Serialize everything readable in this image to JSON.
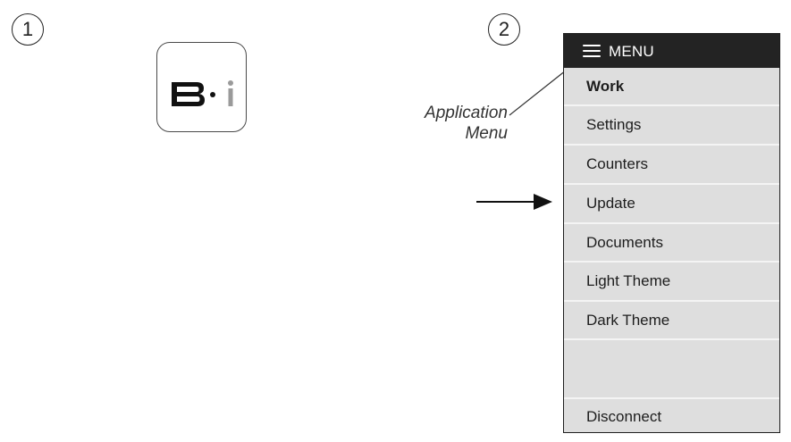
{
  "steps": [
    "1",
    "2"
  ],
  "app_icon": {
    "name": "bi-app-icon",
    "logo_text": "B·i",
    "colors": {
      "b": "#111111",
      "dot": "#111111",
      "i": "#9a9a9a"
    }
  },
  "annotation": {
    "line1": "Application",
    "line2": "Menu"
  },
  "menu": {
    "header_label": "MENU",
    "header_icon": "hamburger-icon",
    "items": [
      {
        "label": "Work",
        "active": true
      },
      {
        "label": "Settings"
      },
      {
        "label": "Counters"
      },
      {
        "label": "Update"
      },
      {
        "label": "Documents"
      },
      {
        "label": "Light Theme"
      },
      {
        "label": "Dark Theme"
      }
    ],
    "footer_item": "Disconnect"
  },
  "colors": {
    "header_bg": "#232323",
    "panel_bg": "#dedede",
    "divider": "#f4f4f4"
  }
}
